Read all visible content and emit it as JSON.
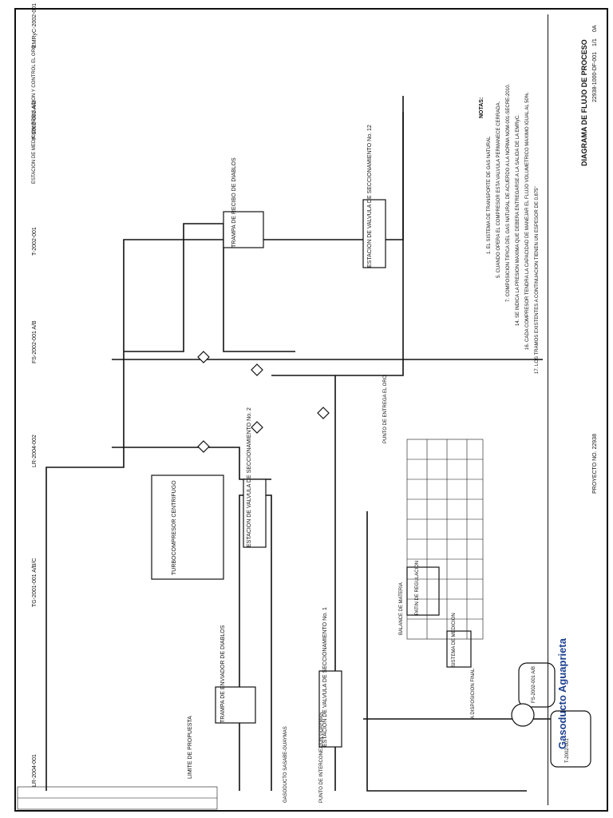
{
  "diagram": {
    "title": "DIAGRAMA DE FLUJO DE PROCESO",
    "project": "PROYECTO  NO. 22938",
    "company": "Gasoducto Aguaprieta",
    "drawing_number": "22938-1000-DF-001",
    "sheet": "1/1",
    "revision": "0A"
  },
  "notes": {
    "heading": "NOTAS:",
    "lines": [
      "1. EL SISTEMA DE TRANSPORTE DE GAS NATURAL",
      "5. CUANDO OPERA EL COMPRESOR ESTA VALVULA PERMANECE CERRADA.",
      "7. COMPOSICION TIPICA DEL GAS NATURAL DE ACUERDO A LA NORMA NOM-001-SECRE-2010.",
      "14. SE INDICA LA PRESION MAXIMA QUE DEBERA ENTREGARSE A LA SALIDA DE LA EMRyC.",
      "16. CADA COMPRESOR TENDRA LA CAPACIDAD DE MANEJAR EL FLUJO VOLUMETRICO MAXIMO IGUAL AL 50%.",
      "17. LOS TRAMOS EXISTENTES A CONTINUACION TIENEN UN ESPESOR DE 0.875\""
    ]
  },
  "equipment": {
    "launcher": "LR-2004-001",
    "compressor": "TG-2001-001 A/B/C",
    "receiver": "LR-2004-002",
    "filter": "FS-2002-001 A/B",
    "collector": "T-2002-001",
    "pump": "P-2002-001 A/B",
    "emryc": "EMRyC-2002-001",
    "separator": "FS-2002-001 A/B",
    "tank": "T-2002-001"
  },
  "labels": {
    "launcher_box": "TRAMPA DE ENVIADOR DE DIABLOS",
    "compressor_box": "TURBOCOMPRESOR CENTRIFUGO",
    "receiver_box": "TRAMPA DE RECIBO DE DIABLOS",
    "valve_station_1": "ESTACION DE VALVULA DE SECCIONAMIENTO No. 1",
    "valve_station_2": "ESTACION DE VALVULA DE SECCIONAMIENTO No. 2",
    "valve_station_12": "ESTACION DE VALVULA DE SECCIONAMIENTO No. 12",
    "metering": "SISTEMA DE MEDICION",
    "regulation": "PATIN DE REGULACION",
    "final_disposal": "A DISPOSICION FINAL",
    "proposal_limit": "LIMITE DE PROPUESTA",
    "interconnection": "PUNTO DE INTERCONEXION GUAYMAS",
    "pipeline_origin": "GASODUCTO SASABE-GUAYMAS",
    "delivery_point": "PUNTO DE ENTREGA EL ORO",
    "emryc_station": "ESTACION DE MEDICION REGULACION Y CONTROL EL ORO"
  },
  "table": {
    "heading": "BALANCE DE MATERIA"
  }
}
